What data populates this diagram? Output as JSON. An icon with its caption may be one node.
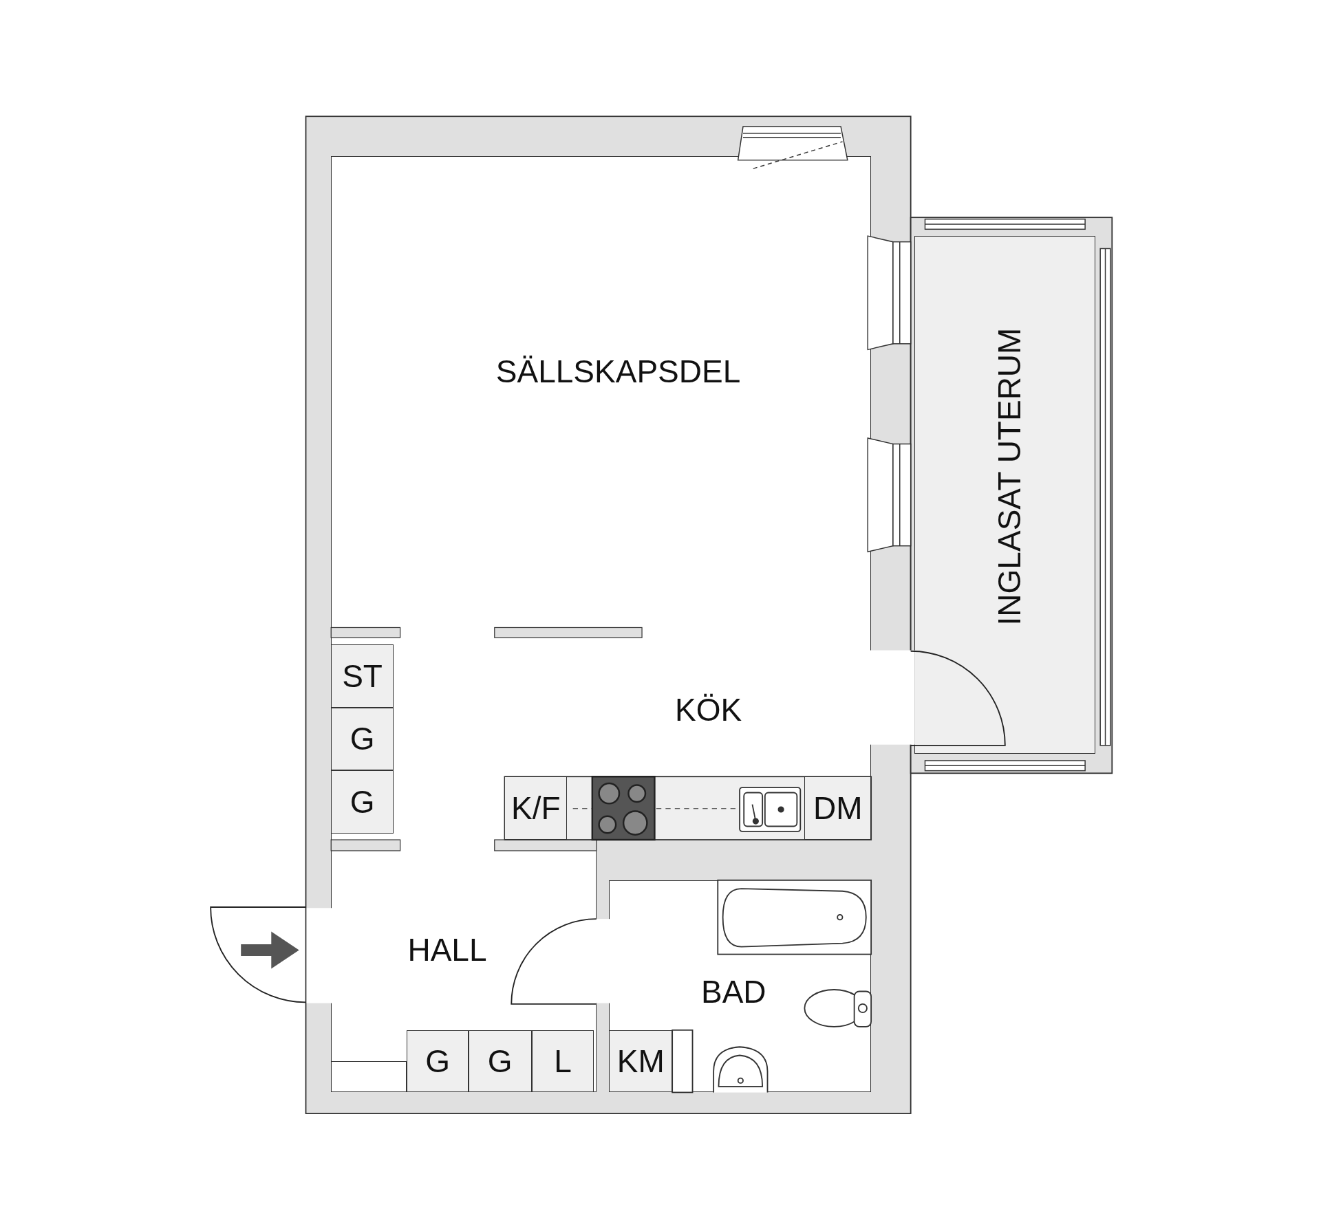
{
  "diagram": {
    "nodes": [
      {
        "text": [
          "SÄLLSKAPSDEL"
        ]
      },
      {
        "text": [
          "KÖK"
        ]
      },
      {
        "text": [
          "ST"
        ],
        "in": 1
      },
      {
        "text": [
          "G"
        ],
        "in": 1
      },
      {
        "text": [
          "G"
        ],
        "in": 1
      },
      {
        "text": [
          "K/F"
        ],
        "in": 1
      },
      {
        "text": [
          "DM"
        ],
        "in": 1
      },
      {
        "text": [
          "INGLASAT UTERUM"
        ]
      },
      {
        "text": [
          "HALL"
        ]
      },
      {
        "text": [
          "G"
        ],
        "in": 8
      },
      {
        "text": [
          "G"
        ],
        "in": 8
      },
      {
        "text": [
          "L"
        ],
        "in": 8
      },
      {
        "text": [
          "BAD"
        ]
      },
      {
        "text": [
          "KM"
        ],
        "in": 12
      },
      {
        "text": [],
        "shape": "box",
        "in": 8
      }
    ]
  }
}
